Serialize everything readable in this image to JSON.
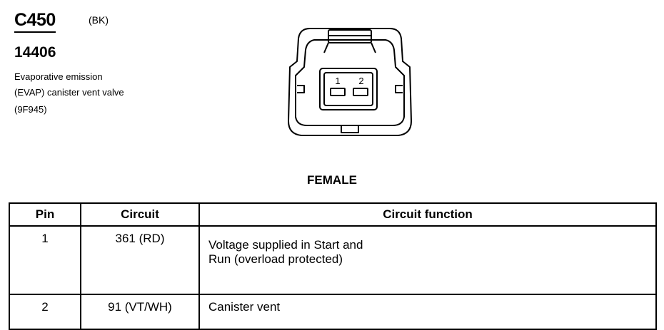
{
  "connector": {
    "id": "C450",
    "color": "(BK)",
    "part_number": "14406",
    "description_lines": [
      "Evaporative emission",
      "(EVAP) canister vent valve",
      "(9F945)"
    ],
    "pin_labels": [
      "1",
      "2"
    ],
    "gender": "FEMALE"
  },
  "table": {
    "headers": [
      "Pin",
      "Circuit",
      "Circuit function"
    ],
    "rows": [
      {
        "pin": "1",
        "circuit": "361 (RD)",
        "function_lines": [
          "Voltage supplied in Start and",
          "Run (overload protected)"
        ]
      },
      {
        "pin": "2",
        "circuit": "91 (VT/WH)",
        "function_lines": [
          "Canister vent"
        ]
      }
    ]
  }
}
